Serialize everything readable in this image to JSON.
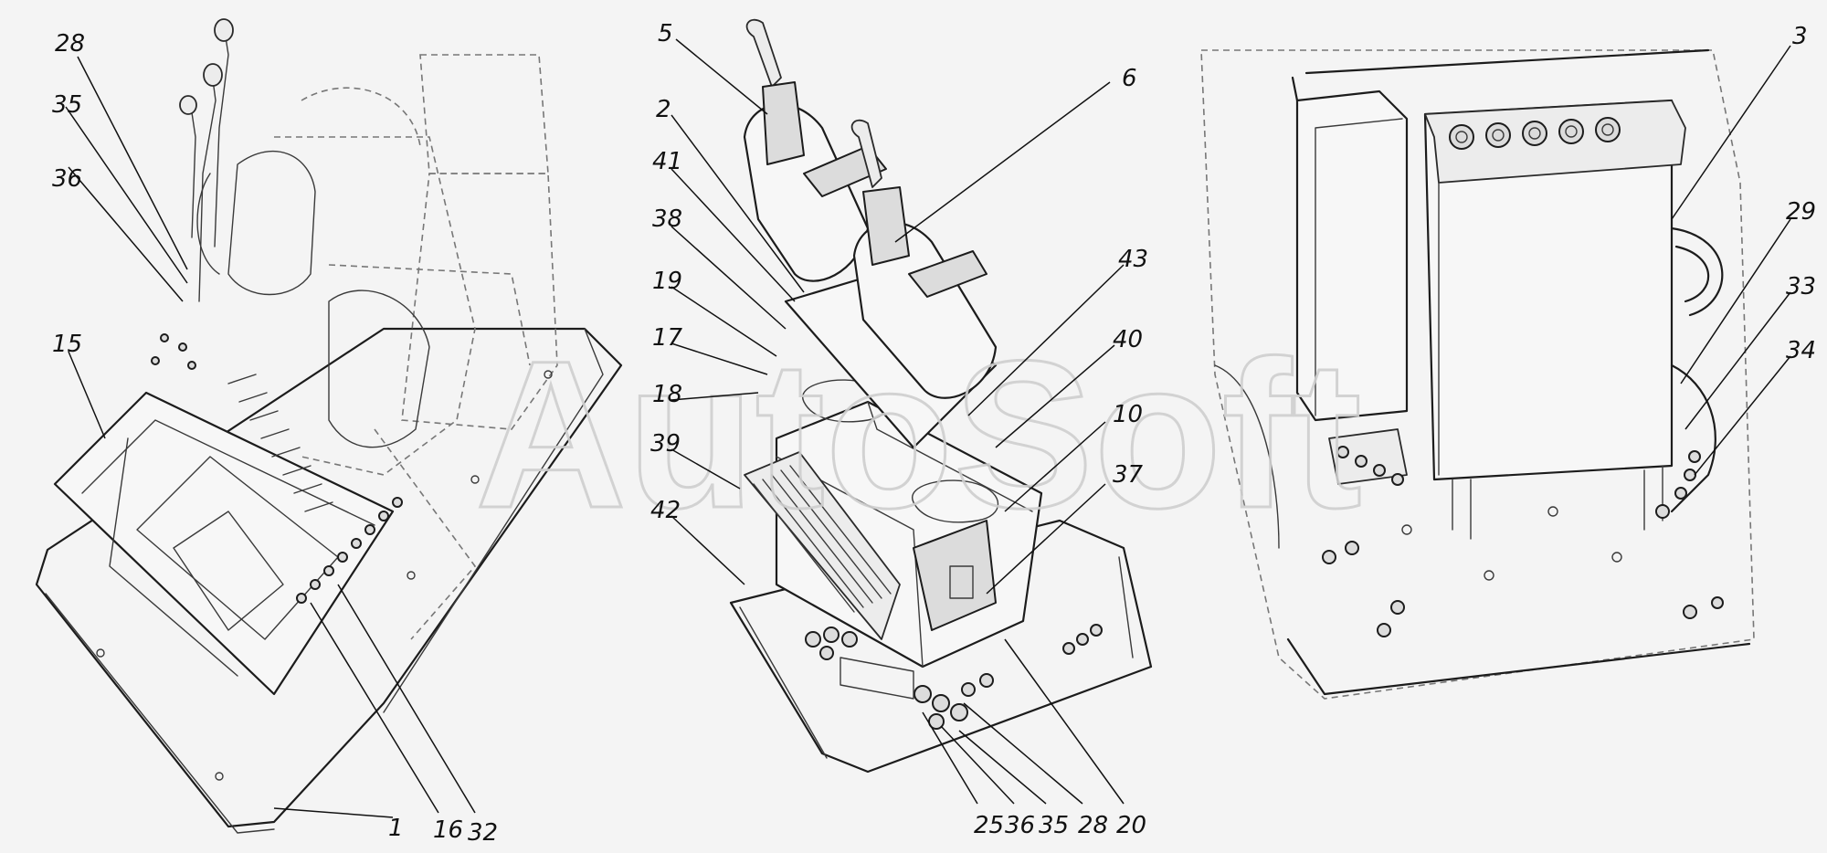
{
  "watermark": "AutoSoft",
  "callouts": {
    "c28a": "28",
    "c35a": "35",
    "c36a": "36",
    "c15": "15",
    "c1": "1",
    "c16": "16",
    "c32": "32",
    "c5": "5",
    "c2": "2",
    "c41": "41",
    "c38": "38",
    "c19": "19",
    "c17": "17",
    "c18": "18",
    "c39": "39",
    "c42": "42",
    "c6": "6",
    "c43": "43",
    "c40": "40",
    "c10": "10",
    "c37": "37",
    "c25": "25",
    "c36b": "36",
    "c35b": "35",
    "c28b": "28",
    "c20": "20",
    "c3": "3",
    "c29": "29",
    "c33": "33",
    "c34": "34"
  }
}
